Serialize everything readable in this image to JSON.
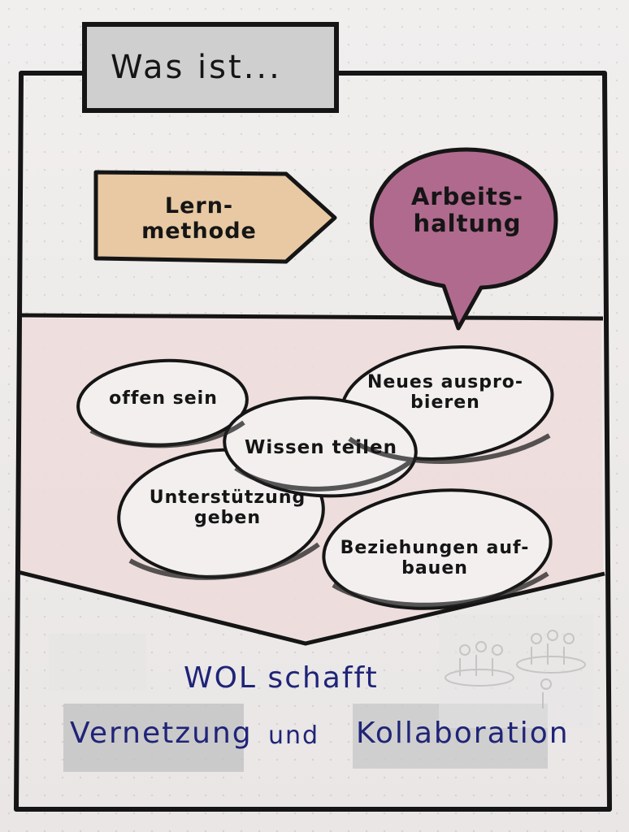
{
  "title": "Was ist...",
  "shapes": {
    "arrow_label": "Lern-\nmethode",
    "bubble_label": "Arbeits-\nhaltung"
  },
  "bubbles": [
    "offen sein",
    "Neues auspro-\nbieren",
    "Wissen teilen",
    "Unterstützung\ngeben",
    "Beziehungen auf-\nbauen"
  ],
  "conclusion": {
    "line1": "WOL schafft",
    "word1": "Vernetzung",
    "connector": "und",
    "word2": "Kollaboration"
  },
  "colors": {
    "paper": "#efedec",
    "arrow_fill": "#e8c9a3",
    "bubble_fill": "#b06a8e",
    "band_fill": "#eddcdb",
    "ink": "#151515",
    "blue_ink": "#1f2478",
    "highlight": "#bdbdbd"
  }
}
